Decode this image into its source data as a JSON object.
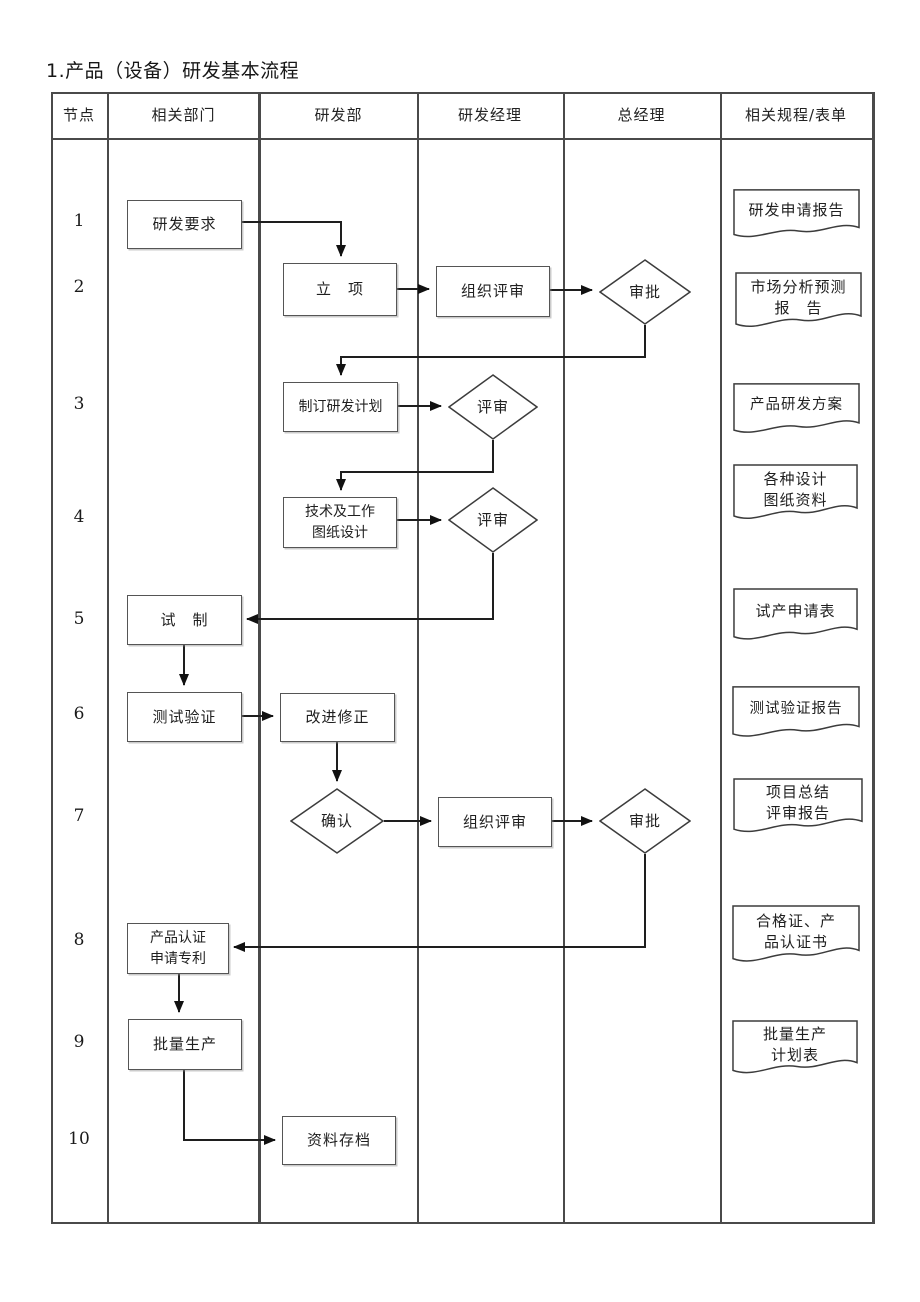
{
  "title": "1.产品（设备）研发基本流程",
  "columns": [
    "节点",
    "相关部门",
    "研发部",
    "研发经理",
    "总经理",
    "相关规程/表单"
  ],
  "node_numbers": [
    "1",
    "2",
    "3",
    "4",
    "5",
    "6",
    "7",
    "8",
    "9",
    "10"
  ],
  "process_boxes": [
    {
      "label": "研发要求"
    },
    {
      "label": "立　项"
    },
    {
      "label": "组织评审"
    },
    {
      "label": "制订研发计划"
    },
    {
      "label": "技术及工作\n图纸设计"
    },
    {
      "label": "试　制"
    },
    {
      "label": "测试验证"
    },
    {
      "label": "改进修正"
    },
    {
      "label": "组织评审"
    },
    {
      "label": "产品认证\n申请专利"
    },
    {
      "label": "批量生产"
    },
    {
      "label": "资料存档"
    }
  ],
  "decisions": [
    {
      "label": "审批"
    },
    {
      "label": "评审"
    },
    {
      "label": "评审"
    },
    {
      "label": "确认"
    },
    {
      "label": "审批"
    }
  ],
  "documents": [
    {
      "label": "研发申请报告"
    },
    {
      "label": "市场分析预测\n报　告"
    },
    {
      "label": "产品研发方案"
    },
    {
      "label": "各种设计\n图纸资料"
    },
    {
      "label": "试产申请表"
    },
    {
      "label": "测试验证报告"
    },
    {
      "label": "项目总结\n评审报告"
    },
    {
      "label": "合格证、产\n品认证书"
    },
    {
      "label": "批量生产\n计划表"
    }
  ],
  "colors": {
    "line": "#1e1e1e",
    "border": "#555555",
    "grid": "#4a4a4a"
  }
}
